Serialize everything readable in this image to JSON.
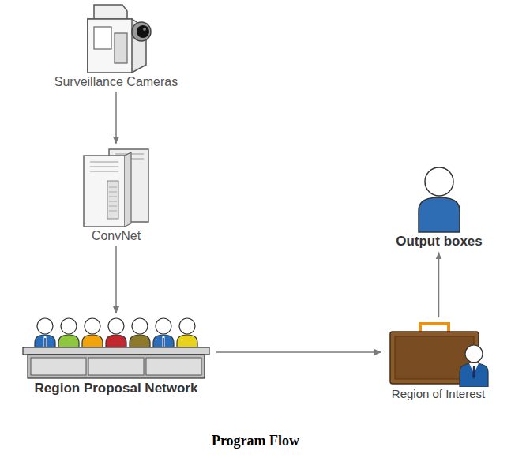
{
  "diagram": {
    "caption": "Program Flow",
    "nodes": [
      {
        "text": [
          "Surveillance Cameras"
        ]
      },
      {
        "text": [
          "ConvNet"
        ]
      },
      {
        "text": [
          "Region Proposal Network"
        ]
      },
      {
        "text": [
          "Region of Interest"
        ]
      },
      {
        "text": [
          "Output boxes"
        ]
      }
    ],
    "edges": [
      {
        "from": 0,
        "to": 1,
        "arrow": "to"
      },
      {
        "from": 1,
        "to": 2,
        "arrow": "to"
      },
      {
        "from": 2,
        "to": 3,
        "arrow": "to"
      },
      {
        "from": 3,
        "to": 4,
        "arrow": "to"
      }
    ]
  }
}
